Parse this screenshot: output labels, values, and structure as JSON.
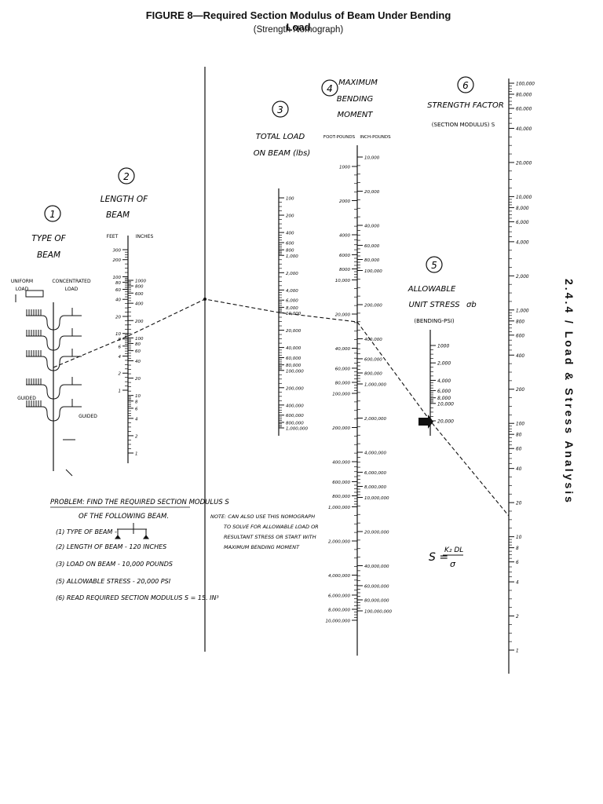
{
  "figure": {
    "title": "FIGURE 8—Required Section Modulus of Beam Under Bending Load",
    "subtitle": "(Strength Nomograph)",
    "section_header": "2.4.4 / Load & Stress Analysis"
  },
  "scales": {
    "beam_type": {
      "number": "1",
      "label_line1": "TYPE OF",
      "label_line2": "BEAM",
      "col_uniform_1": "UNIFORM",
      "col_uniform_2": "LOAD",
      "col_conc_1": "CONCENTRATED",
      "col_conc_2": "LOAD",
      "guided_left": "GUIDED",
      "guided_right": "GUIDED"
    },
    "length": {
      "number": "2",
      "label_line1": "LENGTH OF",
      "label_line2": "BEAM",
      "unit_left": "FEET",
      "unit_right": "INCHES",
      "feet_ticks": [
        "300",
        "200",
        "100",
        "80",
        "60",
        "40",
        "20",
        "10",
        "8",
        "6",
        "4",
        "2",
        "1"
      ],
      "inch_ticks": [
        "1000",
        "800",
        "600",
        "400",
        "200",
        "100",
        "80",
        "60",
        "40",
        "20",
        "10",
        "8",
        "6",
        "4",
        "2",
        "1"
      ]
    },
    "total_load": {
      "number": "3",
      "label_line1": "TOTAL LOAD",
      "label_line2": "ON BEAM (lbs)",
      "ticks": [
        "100",
        "200",
        "400",
        "600",
        "800",
        "1,000",
        "2,000",
        "4,000",
        "6,000",
        "8,000",
        "10,000",
        "20,000",
        "40,000",
        "60,000",
        "80,000",
        "100,000",
        "200,000",
        "400,000",
        "600,000",
        "800,000",
        "1,000,000"
      ]
    },
    "moment": {
      "number": "4",
      "label_line1": "MAXIMUM",
      "label_line2": "BENDING",
      "label_line3": "MOMENT",
      "unit_left": "FOOT-POUNDS",
      "unit_right": "INCH-POUNDS",
      "ft_ticks": [
        "1000",
        "2000",
        "4000",
        "6000",
        "8000",
        "10,000",
        "20,000",
        "40,000",
        "60,000",
        "80,000",
        "100,000",
        "200,000",
        "400,000",
        "600,000",
        "800,000",
        "1,000,000",
        "2,000,000",
        "4,000,000",
        "6,000,000",
        "8,000,000",
        "10,000,000"
      ],
      "in_ticks": [
        "10,000",
        "20,000",
        "40,000",
        "60,000",
        "80,000",
        "100,000",
        "200,000",
        "400,000",
        "600,000",
        "800,000",
        "1,000,000",
        "2,000,000",
        "4,000,000",
        "6,000,000",
        "8,000,000",
        "10,000,000",
        "20,000,000",
        "40,000,000",
        "60,000,000",
        "80,000,000",
        "100,000,000"
      ]
    },
    "stress": {
      "number": "5",
      "label_line1": "ALLOWABLE",
      "label_line2": "UNIT STRESS",
      "sigma": "σb",
      "label_line3": "(BENDING-PSI)",
      "ticks": [
        "1000",
        "2,000",
        "4,000",
        "6,000",
        "8,000",
        "10,000",
        "20,000"
      ]
    },
    "strength": {
      "number": "6",
      "label_line1": "STRENGTH FACTOR",
      "label_line2": "(SECTION MODULUS) S",
      "ticks": [
        "100,000",
        "80,000",
        "60,000",
        "40,000",
        "20,000",
        "10,000",
        "8,000",
        "6,000",
        "4,000",
        "2,000",
        "1,000",
        "800",
        "600",
        "400",
        "200",
        "100",
        "80",
        "60",
        "40",
        "20",
        "10",
        "8",
        "6",
        "4",
        "2",
        "1"
      ]
    }
  },
  "problem": {
    "heading": "PROBLEM: FIND THE REQUIRED SECTION MODULUS S",
    "heading2": "OF THE FOLLOWING BEAM.",
    "steps": [
      "(1) TYPE OF BEAM -",
      "(2) LENGTH OF BEAM - 120 INCHES",
      "(3) LOAD ON BEAM - 10,000 POUNDS",
      "(5) ALLOWABLE STRESS - 20,000 PSI",
      "(6) READ REQUIRED SECTION MODULUS S = 15. IN³"
    ]
  },
  "note": {
    "line1": "NOTE: CAN ALSO USE THIS NOMOGRAPH",
    "line2": "TO SOLVE FOR ALLOWABLE LOAD OR",
    "line3": "RESULTANT STRESS OR START WITH",
    "line4": "MAXIMUM BENDING MOMENT"
  },
  "formula": {
    "lhs": "S =",
    "numerator": "K₂ DL",
    "denominator": "σ"
  }
}
